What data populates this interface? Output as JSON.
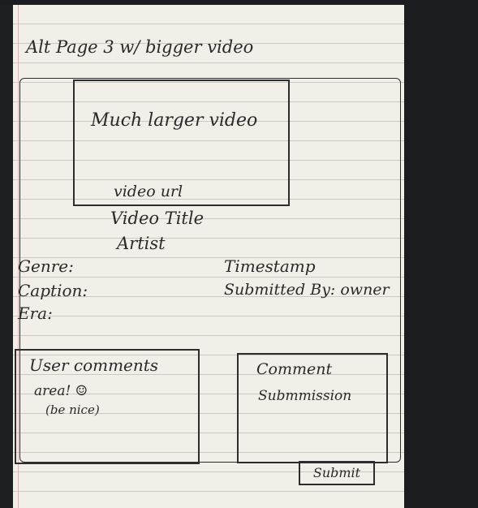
{
  "sketch": {
    "title": "Alt Page 3 w/ bigger video",
    "video_box_label": "Much larger video",
    "video_url": "video url",
    "video_title": "Video Title",
    "artist": "Artist",
    "genre": "Genre:",
    "caption": "Caption:",
    "era": "Era:",
    "timestamp": "Timestamp",
    "submitted_by": "Submitted By: owner",
    "user_comments_line1": "User comments",
    "user_comments_line2": "area! ☺",
    "user_comments_line3": "(be nice)",
    "comment_submission_line1": "Comment",
    "comment_submission_line2": "Submmission",
    "submit_button": "Submit"
  }
}
